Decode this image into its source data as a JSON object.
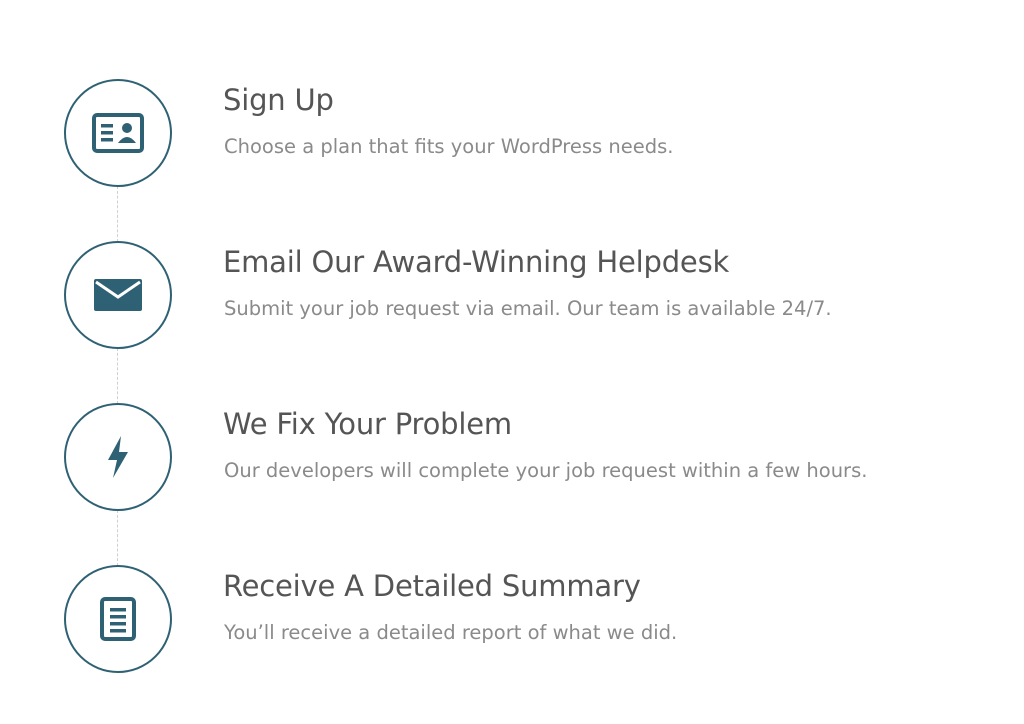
{
  "accent_color": "#2f6174",
  "steps": [
    {
      "icon": "id-card-icon",
      "title": "Sign Up",
      "description": "Choose a plan that fits your WordPress needs."
    },
    {
      "icon": "envelope-icon",
      "title": "Email Our Award-Winning Helpdesk",
      "description": "Submit your job request via email. Our team is available 24/7."
    },
    {
      "icon": "lightning-bolt-icon",
      "title": "We Fix Your Problem",
      "description": "Our developers will complete your job request within a few hours."
    },
    {
      "icon": "document-icon",
      "title": "Receive A Detailed Summary",
      "description": "You’ll receive a detailed report of what we did."
    }
  ]
}
